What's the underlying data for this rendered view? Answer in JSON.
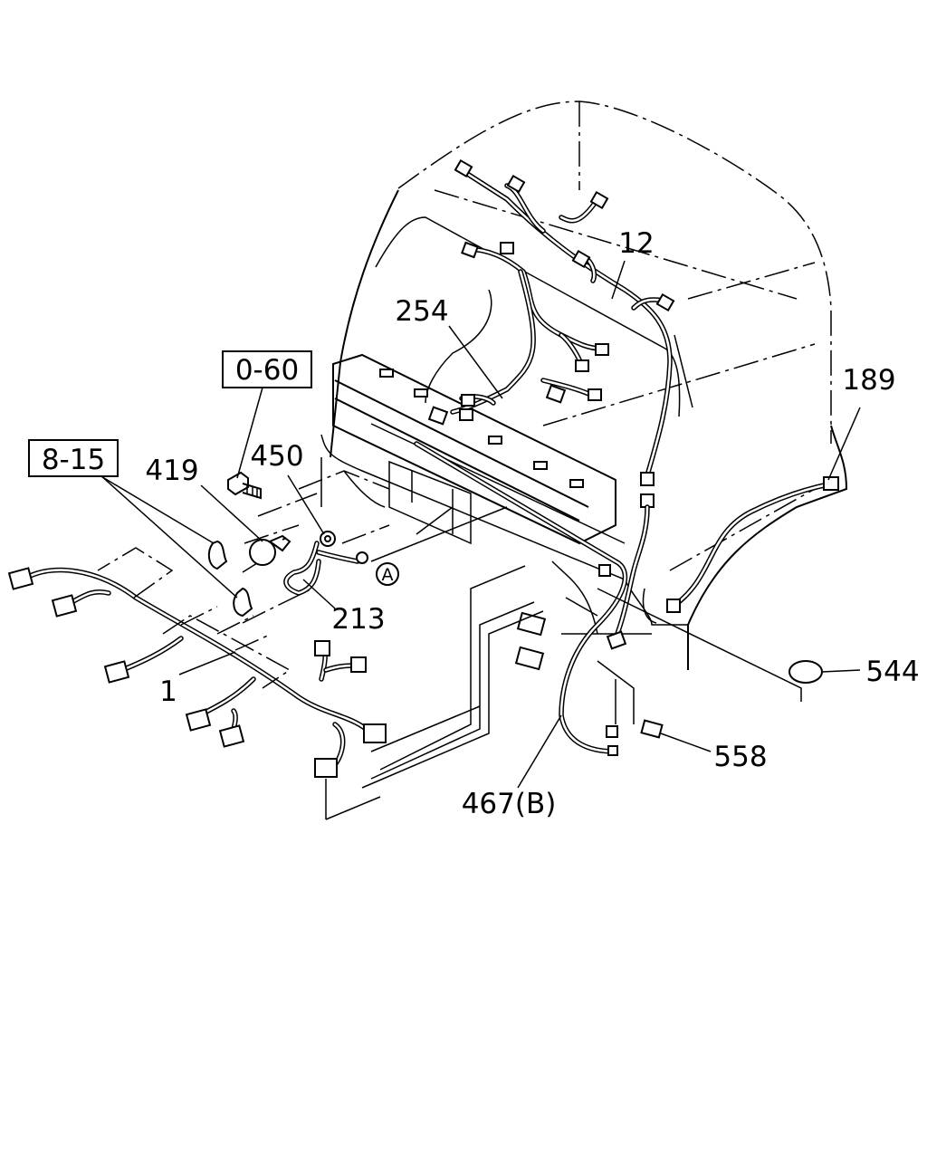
{
  "ref_boxes": {
    "ref_0_60": "0-60",
    "ref_8_15": "8-15"
  },
  "callouts": {
    "part_12": "12",
    "part_254": "254",
    "part_189": "189",
    "part_419": "419",
    "part_450": "450",
    "part_213": "213",
    "part_1": "1",
    "part_544": "544",
    "part_558": "558",
    "part_467b": "467(B)"
  },
  "view_marker": "A"
}
